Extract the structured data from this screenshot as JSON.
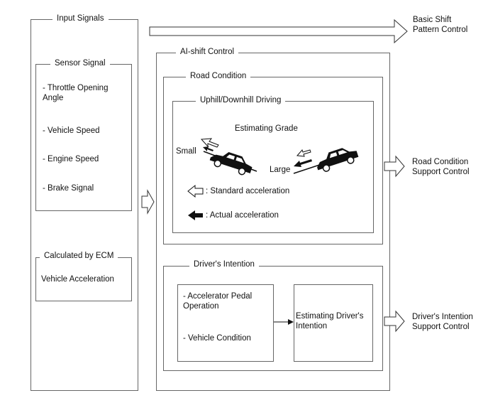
{
  "input_signals": {
    "title": "Input Signals",
    "sensor_signal": {
      "title": "Sensor Signal",
      "items": [
        "- Throttle Opening Angle",
        "- Vehicle Speed",
        "- Engine Speed",
        "- Brake Signal"
      ]
    },
    "ecm": {
      "title": "Calculated by ECM",
      "value": "Vehicle Acceleration"
    }
  },
  "ai_shift": {
    "title": "AI-shift Control",
    "road_condition": {
      "title": "Road Condition",
      "uphill": {
        "title": "Uphill/Downhill Driving",
        "estimating_grade": "Estimating Grade",
        "small": "Small",
        "large": "Large",
        "legend_standard": ": Standard acceleration",
        "legend_actual": ": Actual acceleration"
      }
    },
    "drivers_intention": {
      "title": "Driver's Intention",
      "inputs": [
        "- Accelerator Pedal Operation",
        "- Vehicle Condition"
      ],
      "output": "Estimating Driver's Intention"
    }
  },
  "outputs": {
    "basic_shift": "Basic Shift Pattern Control",
    "road_support": "Road Condition Support Control",
    "driver_support": "Driver's Intention Support Control"
  }
}
